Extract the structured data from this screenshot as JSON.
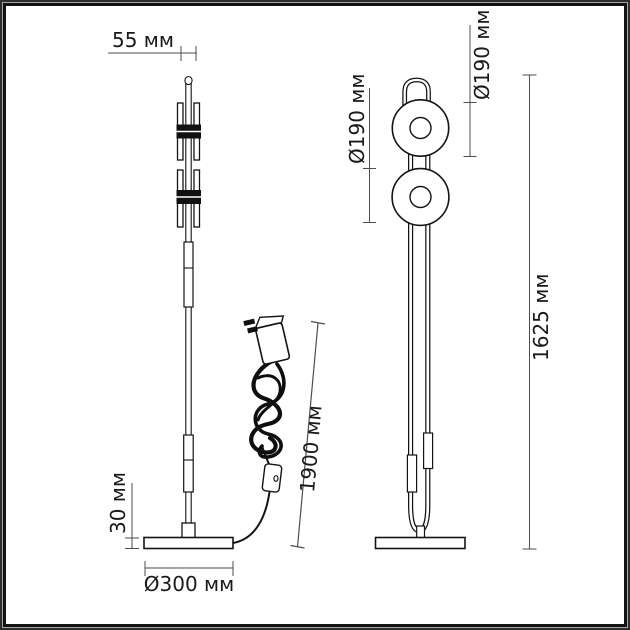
{
  "diagram": {
    "type": "technical-dimension-drawing",
    "subject": "floor-lamp-two-views",
    "dims": {
      "head_width": "55 мм",
      "base_height": "30 мм",
      "base_diameter": "Ø300 мм",
      "cord_length": "1900 мм",
      "shade_diameter_left": "Ø190 мм",
      "shade_diameter_right": "Ø190 мм",
      "total_height": "1625 мм"
    },
    "colors": {
      "background": "#ffffff",
      "drawing_line": "#141414",
      "dimension_line": "#4d4d4d",
      "text": "#1a1a1a",
      "frame_outer": "#2e2e2e",
      "frame_gap": "#a6a6a6",
      "frame_inner": "#131313"
    }
  }
}
